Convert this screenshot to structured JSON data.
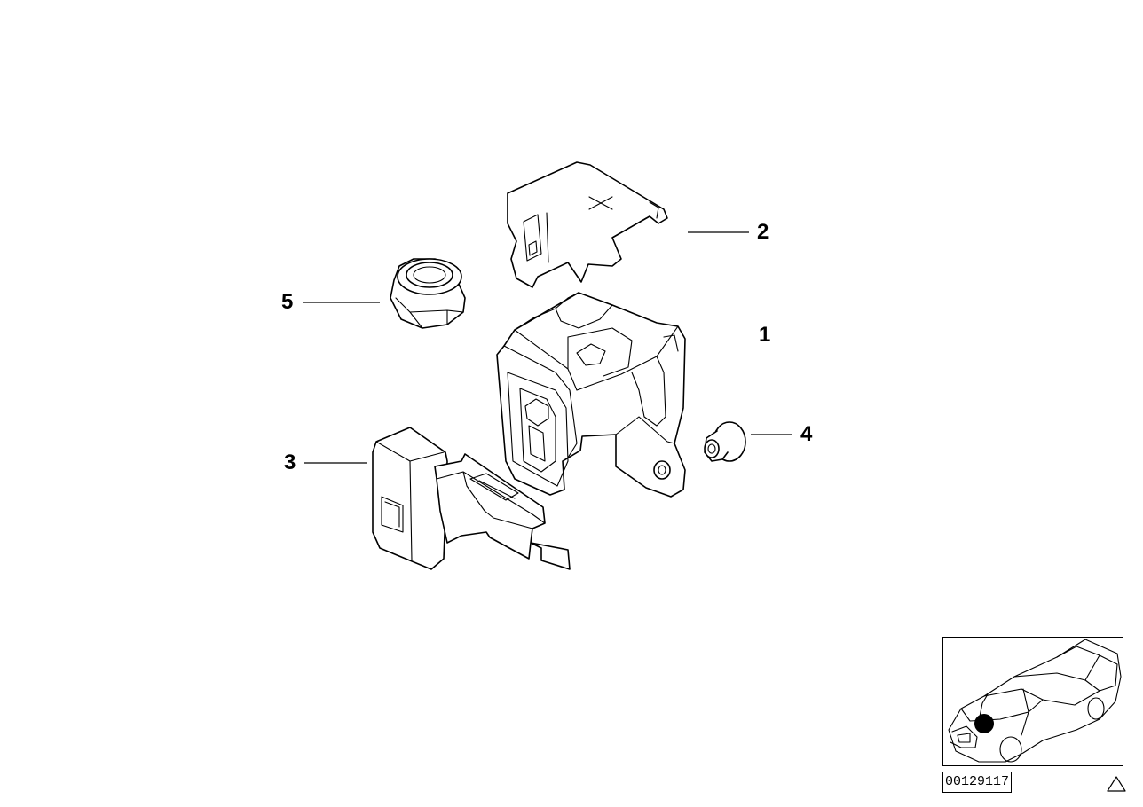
{
  "callouts": [
    {
      "id": "1",
      "label": "1"
    },
    {
      "id": "2",
      "label": "2"
    },
    {
      "id": "3",
      "label": "3"
    },
    {
      "id": "4",
      "label": "4"
    },
    {
      "id": "5",
      "label": "5"
    }
  ],
  "document_number": "00129117",
  "icons": {
    "warning": "warning-triangle-icon",
    "vehicle": "car-location-icon"
  },
  "colors": {
    "line": "#000000",
    "background": "#ffffff"
  }
}
